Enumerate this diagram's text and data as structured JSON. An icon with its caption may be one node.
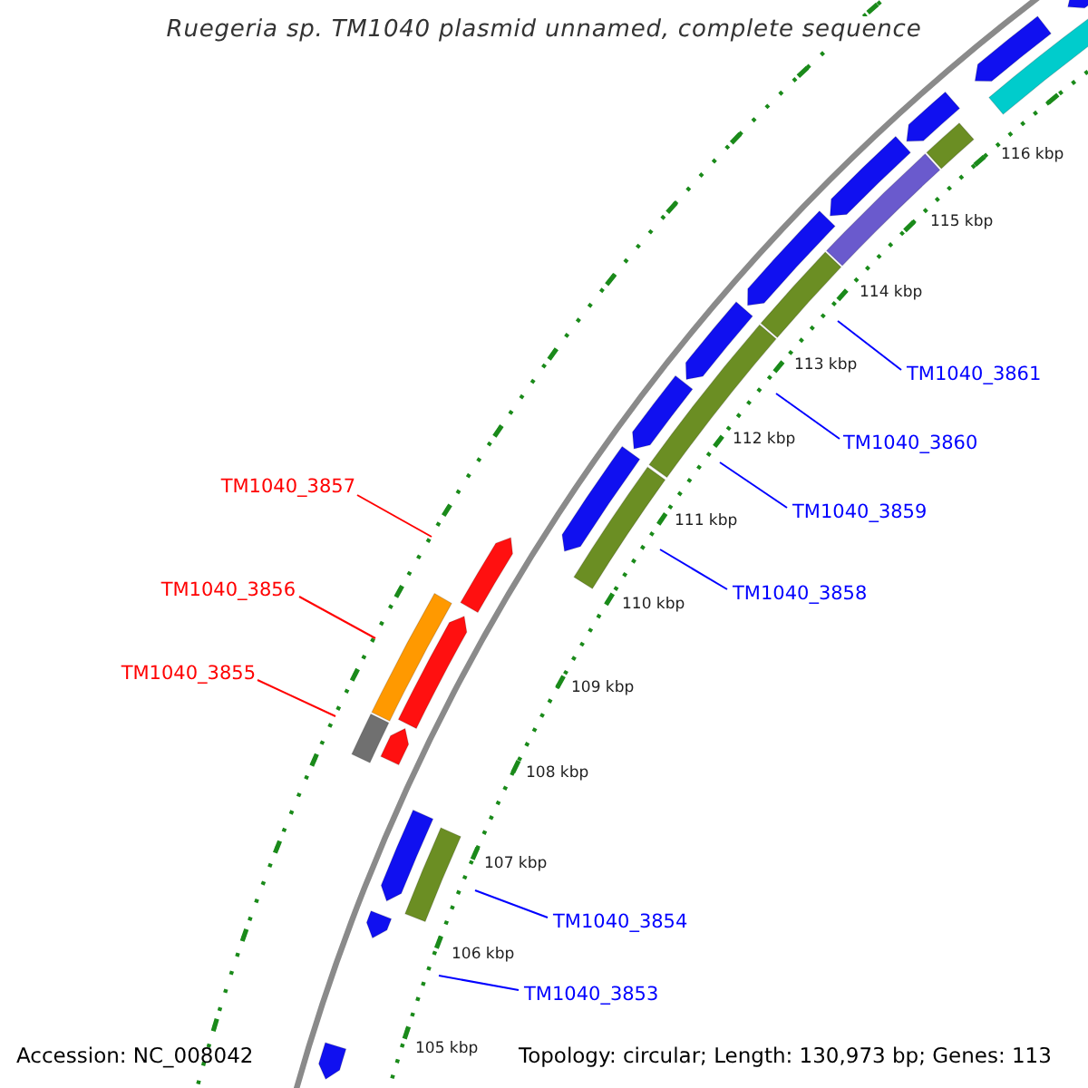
{
  "diagram": {
    "title": "Ruegeria sp. TM1040 plasmid unnamed, complete sequence",
    "nodes": [
      {
        "text": [
          "TM1040_3857"
        ]
      },
      {
        "text": [
          "TM1040_3856"
        ]
      },
      {
        "text": [
          "TM1040_3855"
        ]
      },
      {
        "text": [
          "TM1040_3861"
        ]
      },
      {
        "text": [
          "TM1040_3860"
        ]
      },
      {
        "text": [
          "TM1040_3859"
        ]
      },
      {
        "text": [
          "TM1040_3858"
        ]
      },
      {
        "text": [
          "TM1040_3854"
        ]
      },
      {
        "text": [
          "TM1040_3853"
        ]
      }
    ],
    "edges": [
      {
        "from": 0,
        "to": null,
        "arrow": "none",
        "color": "#ff0000"
      },
      {
        "from": 1,
        "to": null,
        "arrow": "none",
        "color": "#ff0000"
      },
      {
        "from": 2,
        "to": null,
        "arrow": "none",
        "color": "#ff0000"
      },
      {
        "from": 3,
        "to": null,
        "arrow": "none"
      },
      {
        "from": 4,
        "to": null,
        "arrow": "none"
      },
      {
        "from": 5,
        "to": null,
        "arrow": "none"
      },
      {
        "from": 6,
        "to": null,
        "arrow": "none"
      },
      {
        "from": 7,
        "to": null,
        "arrow": "none"
      },
      {
        "from": 8,
        "to": null,
        "arrow": "none"
      }
    ],
    "labels": [
      "116 kbp",
      "115 kbp",
      "114 kbp",
      "113 kbp",
      "112 kbp",
      "111 kbp",
      "110 kbp",
      "109 kbp",
      "108 kbp",
      "107 kbp",
      "106 kbp",
      "105 kbp",
      "Accession: NC_008042",
      "Topology: circular; Length: 130,973 bp; Genes: 113"
    ]
  }
}
